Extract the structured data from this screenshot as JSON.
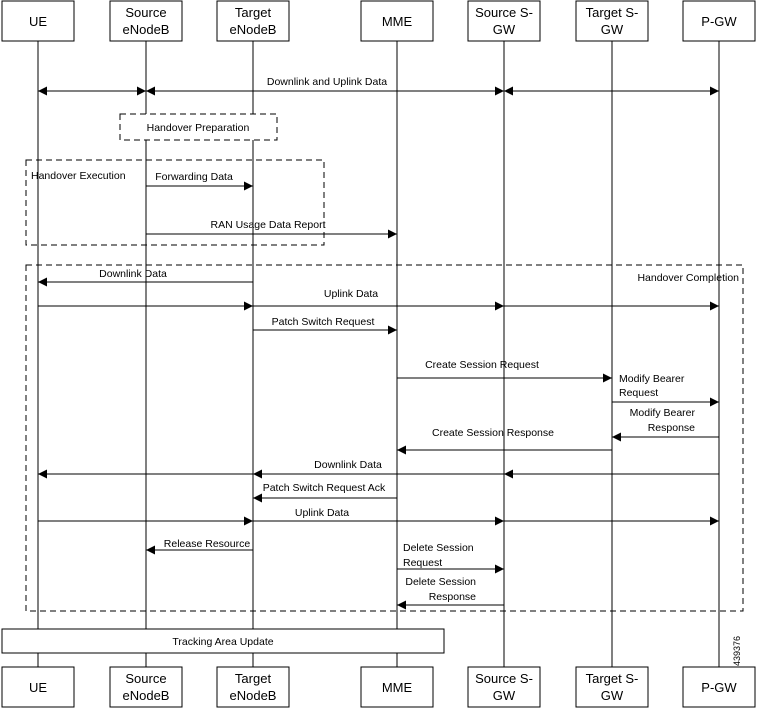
{
  "lanes": [
    {
      "id": "ue",
      "name": [
        "UE"
      ]
    },
    {
      "id": "senb",
      "name": [
        "Source",
        "eNodeB"
      ]
    },
    {
      "id": "tenb",
      "name": [
        "Target",
        "eNodeB"
      ]
    },
    {
      "id": "mme",
      "name": [
        "MME"
      ]
    },
    {
      "id": "ssgw",
      "name": [
        "Source S-",
        "GW"
      ]
    },
    {
      "id": "tsgw",
      "name": [
        "Target S-",
        "GW"
      ]
    },
    {
      "id": "pgw",
      "name": [
        "P-GW"
      ]
    }
  ],
  "messages": [
    {
      "from": "ue",
      "to": "senb",
      "label": [
        ""
      ],
      "arrow": "both"
    },
    {
      "from": "senb",
      "to": "ssgw",
      "label": [
        "Downlink and Uplink Data"
      ],
      "arrow": "both"
    },
    {
      "from": "ssgw",
      "to": "pgw",
      "label": [
        ""
      ],
      "arrow": "both"
    },
    {
      "from": "senb",
      "to": "tenb",
      "label": [
        "Forwarding Data"
      ],
      "arrow": "end"
    },
    {
      "from": "senb",
      "to": "mme",
      "label": [
        "RAN Usage Data Report"
      ],
      "arrow": "end"
    },
    {
      "from": "tenb",
      "to": "ue",
      "label": [
        "Downlink Data"
      ],
      "arrow": "end"
    },
    {
      "from": "ue",
      "to": "pgw",
      "label": [
        "Uplink Data"
      ],
      "arrow": "end",
      "mids": [
        "tenb",
        "ssgw"
      ]
    },
    {
      "from": "tenb",
      "to": "mme",
      "label": [
        "Patch Switch Request"
      ],
      "arrow": "end"
    },
    {
      "from": "mme",
      "to": "tsgw",
      "label": [
        "Create Session Request"
      ],
      "arrow": "end"
    },
    {
      "from": "tsgw",
      "to": "pgw",
      "label": [
        "Modify Bearer",
        "Request"
      ],
      "arrow": "end"
    },
    {
      "from": "pgw",
      "to": "tsgw",
      "label": [
        "Modify Bearer",
        "Response"
      ],
      "arrow": "end"
    },
    {
      "from": "tsgw",
      "to": "mme",
      "label": [
        "Create Session Response"
      ],
      "arrow": "end"
    },
    {
      "from": "pgw",
      "to": "ue",
      "label": [
        "Downlink Data"
      ],
      "arrow": "end",
      "mids": [
        "ssgw",
        "tenb"
      ]
    },
    {
      "from": "mme",
      "to": "tenb",
      "label": [
        "Patch Switch Request Ack"
      ],
      "arrow": "end"
    },
    {
      "from": "ue",
      "to": "pgw",
      "label": [
        "Uplink Data"
      ],
      "arrow": "end",
      "mids": [
        "tenb",
        "ssgw"
      ]
    },
    {
      "from": "tenb",
      "to": "senb",
      "label": [
        "Release Resource"
      ],
      "arrow": "end"
    },
    {
      "from": "mme",
      "to": "ssgw",
      "label": [
        "Delete Session",
        "Request"
      ],
      "arrow": "end"
    },
    {
      "from": "ssgw",
      "to": "mme",
      "label": [
        "Delete Session",
        "Response"
      ],
      "arrow": "end"
    }
  ],
  "frames": [
    {
      "label": "Handover Preparation"
    },
    {
      "label": "Handover Execution"
    },
    {
      "label": "Handover Completion"
    }
  ],
  "tracking_area_update": "Tracking Area Update",
  "figure_id": "439376"
}
